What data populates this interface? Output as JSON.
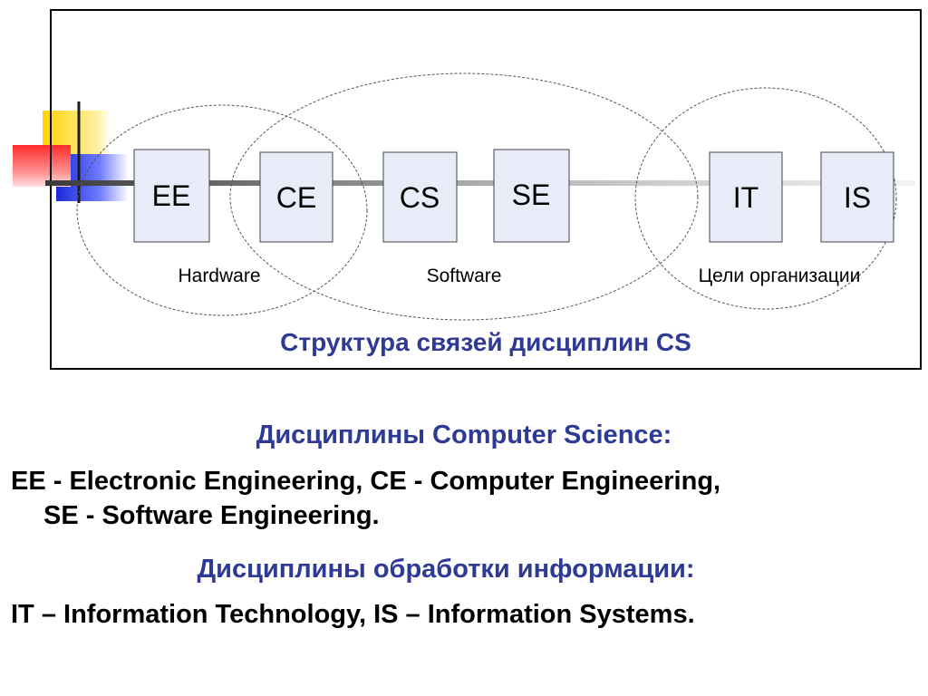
{
  "diagram": {
    "boxes": [
      "EE",
      "CE",
      "CS",
      "SE",
      "IT",
      "IS"
    ],
    "groups": [
      "Hardware",
      "Software",
      "Цели организации"
    ],
    "caption": "Структура связей  дисциплин CS"
  },
  "section1": {
    "heading": "Дисциплины Computer Science:",
    "line1": "EE - Electronic Engineering,  CE - Computer Engineering,",
    "line2": "SE - Software Engineering."
  },
  "section2": {
    "heading": "Дисциплины обработки информации:",
    "line1": "IT – Information Technology, IS – Information Systems."
  },
  "colors": {
    "accent": "#2e3a94",
    "box_fill": "#e8ebf8",
    "deco_yellow": "#ffd800",
    "deco_red": "#ff3030",
    "deco_blue": "#2233dd"
  }
}
